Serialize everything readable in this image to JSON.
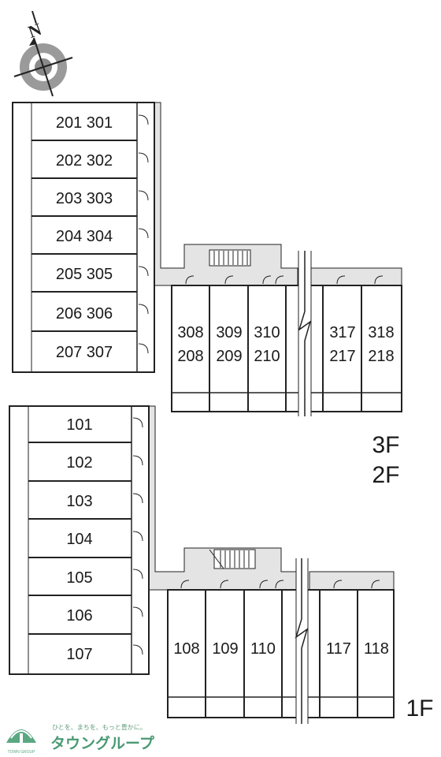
{
  "compass": {
    "label": "N"
  },
  "building_upper": {
    "left_wing": [
      "201 301",
      "202 302",
      "203 303",
      "204 304",
      "205 305",
      "206 306",
      "207 307"
    ],
    "right_wing_top": [
      "308",
      "309",
      "310",
      "317",
      "318"
    ],
    "right_wing_bottom": [
      "208",
      "209",
      "210",
      "217",
      "218"
    ],
    "floor_labels": [
      "3F",
      "2F"
    ]
  },
  "building_lower": {
    "left_wing": [
      "101",
      "102",
      "103",
      "104",
      "105",
      "106",
      "107"
    ],
    "right_wing": [
      "108",
      "109",
      "110",
      "117",
      "118"
    ],
    "floor_label": "1F"
  },
  "footer": {
    "tagline": "ひとを、まちを、もっと豊かに。",
    "brand": "タウングループ",
    "logo_caption": "TOWN GROUP",
    "brand_color": "#4a9a74"
  }
}
